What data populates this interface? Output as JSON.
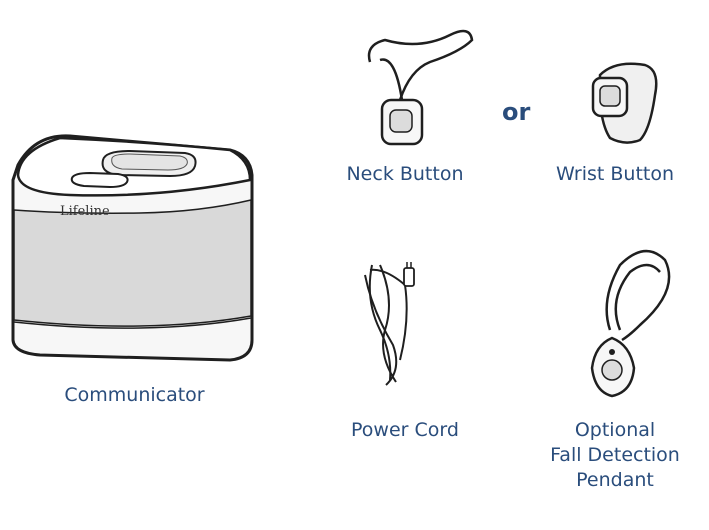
{
  "items": {
    "communicator": {
      "label": "Communicator",
      "brand_text": "Lifeline"
    },
    "neck_button": {
      "label": "Neck Button"
    },
    "or_text": "or",
    "wrist_button": {
      "label": "Wrist Button"
    },
    "power_cord": {
      "label": "Power Cord"
    },
    "fall_detection": {
      "label_lines": [
        "Optional",
        "Fall Detection",
        "Pendant"
      ]
    }
  },
  "colors": {
    "label": "#2a4d7c",
    "outline": "#1f1f1f",
    "gray_band": "#d9d9d9",
    "button_fill": "#e8e8e8"
  }
}
